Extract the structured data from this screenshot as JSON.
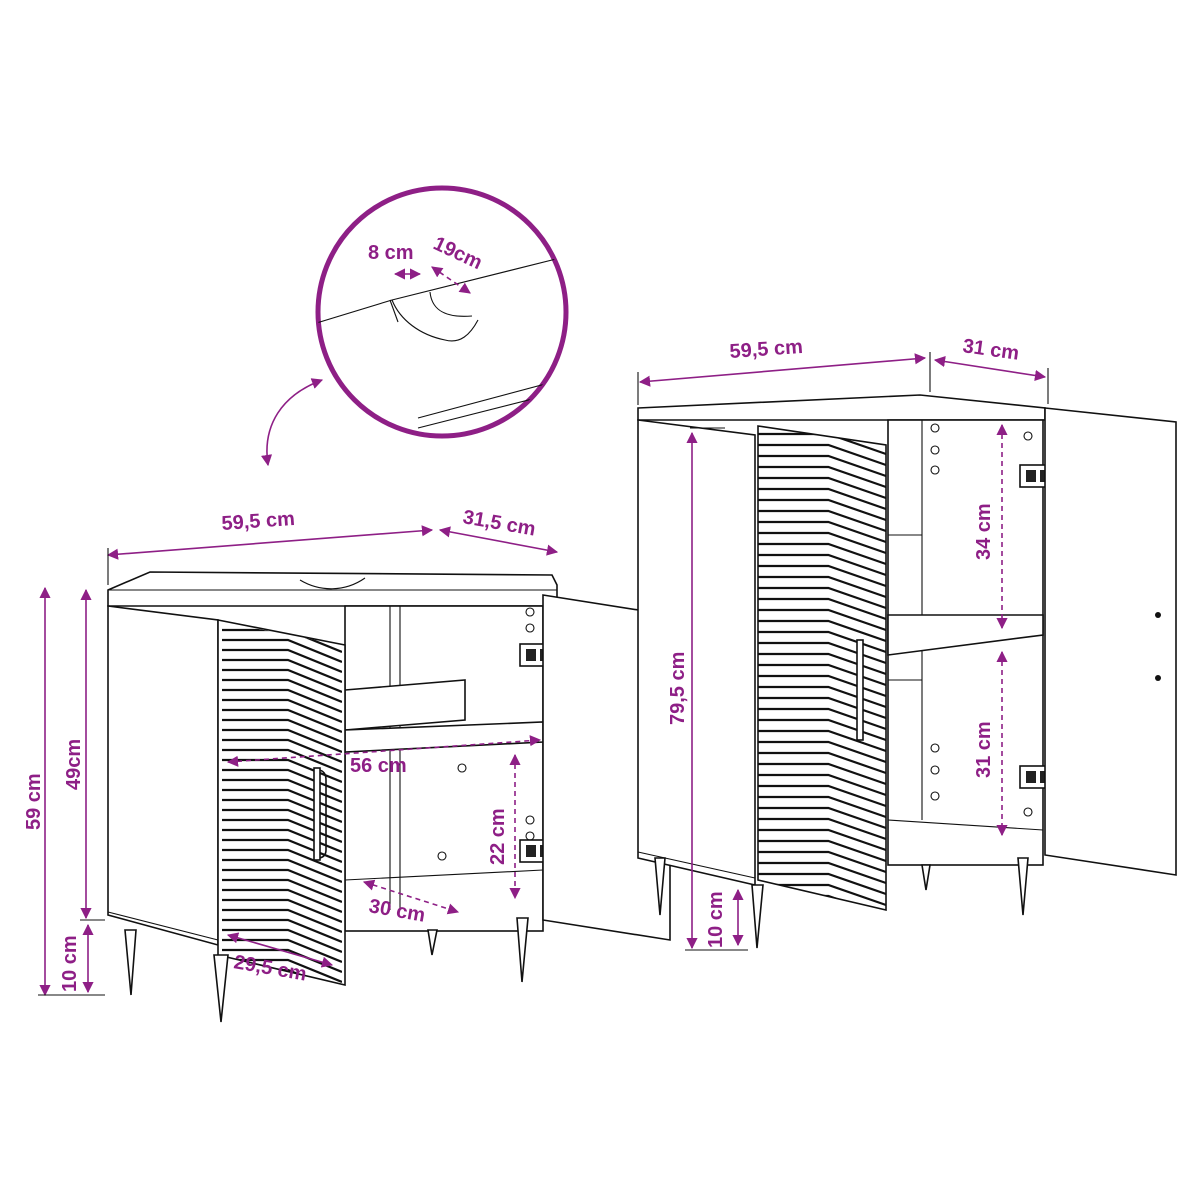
{
  "colors": {
    "accent": "#8e1f86",
    "line": "#111111",
    "background": "#ffffff"
  },
  "detail_inset": {
    "notch_width": "8 cm",
    "notch_depth": "19cm"
  },
  "sink_cabinet": {
    "width": "59,5 cm",
    "depth": "31,5 cm",
    "total_height": "59 cm",
    "body_height": "49cm",
    "leg_height": "10 cm",
    "inner_width": "56 cm",
    "shelf_height": "22 cm",
    "inner_depth": "30 cm",
    "shelf_depth": "29,5 cm"
  },
  "tall_cabinet": {
    "width": "59,5 cm",
    "depth": "31 cm",
    "total_height": "79,5 cm",
    "upper_compartment": "34 cm",
    "lower_compartment": "31 cm",
    "leg_height": "10 cm"
  }
}
